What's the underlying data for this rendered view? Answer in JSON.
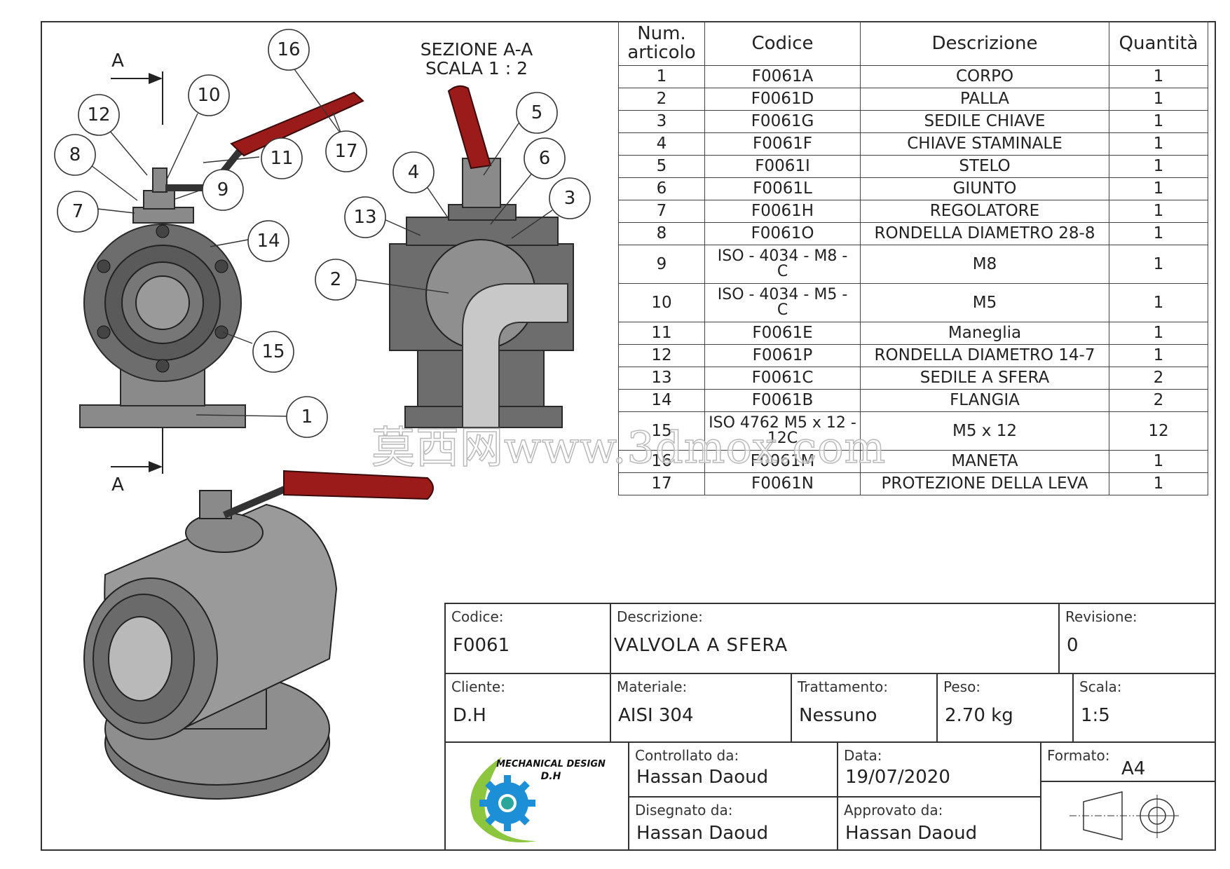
{
  "section": {
    "title_line1": "SEZIONE A-A",
    "title_line2": "SCALA 1 : 2",
    "marker": "A"
  },
  "bom": {
    "headers": {
      "num_line1": "Num.",
      "num_line2": "articolo",
      "code": "Codice",
      "desc": "Descrizione",
      "qty": "Quantità"
    },
    "rows": [
      {
        "num": "1",
        "code": "F0061A",
        "desc": "CORPO",
        "qty": "1"
      },
      {
        "num": "2",
        "code": "F0061D",
        "desc": "PALLA",
        "qty": "1"
      },
      {
        "num": "3",
        "code": "F0061G",
        "desc": "SEDILE CHIAVE",
        "qty": "1"
      },
      {
        "num": "4",
        "code": "F0061F",
        "desc": "CHIAVE STAMINALE",
        "qty": "1"
      },
      {
        "num": "5",
        "code": "F0061I",
        "desc": "STELO",
        "qty": "1"
      },
      {
        "num": "6",
        "code": "F0061L",
        "desc": "GIUNTO",
        "qty": "1"
      },
      {
        "num": "7",
        "code": "F0061H",
        "desc": "REGOLATORE",
        "qty": "1"
      },
      {
        "num": "8",
        "code": "F0061O",
        "desc": "RONDELLA DIAMETRO 28-8",
        "qty": "1"
      },
      {
        "num": "9",
        "code_line1": "ISO - 4034 - M8 -",
        "code_line2": "C",
        "desc": "M8",
        "qty": "1"
      },
      {
        "num": "10",
        "code_line1": "ISO - 4034 - M5 -",
        "code_line2": "C",
        "desc": "M5",
        "qty": "1"
      },
      {
        "num": "11",
        "code": "F0061E",
        "desc": "Maneglia",
        "qty": "1"
      },
      {
        "num": "12",
        "code": "F0061P",
        "desc": "RONDELLA DIAMETRO 14-7",
        "qty": "1"
      },
      {
        "num": "13",
        "code": "F0061C",
        "desc": "SEDILE A SFERA",
        "qty": "2"
      },
      {
        "num": "14",
        "code": "F0061B",
        "desc": "FLANGIA",
        "qty": "2"
      },
      {
        "num": "15",
        "code_line1": "ISO 4762 M5 x 12 -",
        "code_line2": "12C",
        "desc": "M5 x 12",
        "qty": "12"
      },
      {
        "num": "16",
        "code": "F0061M",
        "desc": "MANETA",
        "qty": "1"
      },
      {
        "num": "17",
        "code": "F0061N",
        "desc": "PROTEZIONE DELLA LEVA",
        "qty": "1"
      }
    ]
  },
  "callouts": {
    "c1": "1",
    "c2": "2",
    "c3": "3",
    "c4": "4",
    "c5": "5",
    "c6": "6",
    "c7": "7",
    "c8": "8",
    "c9": "9",
    "c10": "10",
    "c11": "11",
    "c12": "12",
    "c13": "13",
    "c14": "14",
    "c15": "15",
    "c16": "16",
    "c17": "17"
  },
  "title_block": {
    "codice": {
      "label": "Codice:",
      "value": "F0061"
    },
    "descrizione": {
      "label": "Descrizione:",
      "value": "VALVOLA A SFERA"
    },
    "revisione": {
      "label": "Revisione:",
      "value": "0"
    },
    "cliente": {
      "label": "Cliente:",
      "value": "D.H"
    },
    "materiale": {
      "label": "Materiale:",
      "value": "AISI 304"
    },
    "trattamento": {
      "label": "Trattamento:",
      "value": "Nessuno"
    },
    "peso": {
      "label": "Peso:",
      "value": "2.70 kg"
    },
    "scala": {
      "label": "Scala:",
      "value": "1:5"
    },
    "controllato": {
      "label": "Controllato da:",
      "value": "Hassan Daoud"
    },
    "data": {
      "label": "Data:",
      "value": "19/07/2020"
    },
    "formato": {
      "label": "Formato:",
      "value": "A4"
    },
    "disegnato": {
      "label": "Disegnato da:",
      "value": "Hassan Daoud"
    },
    "approvato": {
      "label": "Approvato da:",
      "value": "Hassan Daoud"
    },
    "logo_line1": "MECHANICAL DESIGN",
    "logo_line2": "D.H"
  },
  "watermark": "莫西网www.3dmox.com",
  "colors": {
    "handle": "#9b1b1b",
    "steel": "#6d6d6d",
    "logo_green": "#8cc63f",
    "logo_blue": "#1c8fd6"
  }
}
